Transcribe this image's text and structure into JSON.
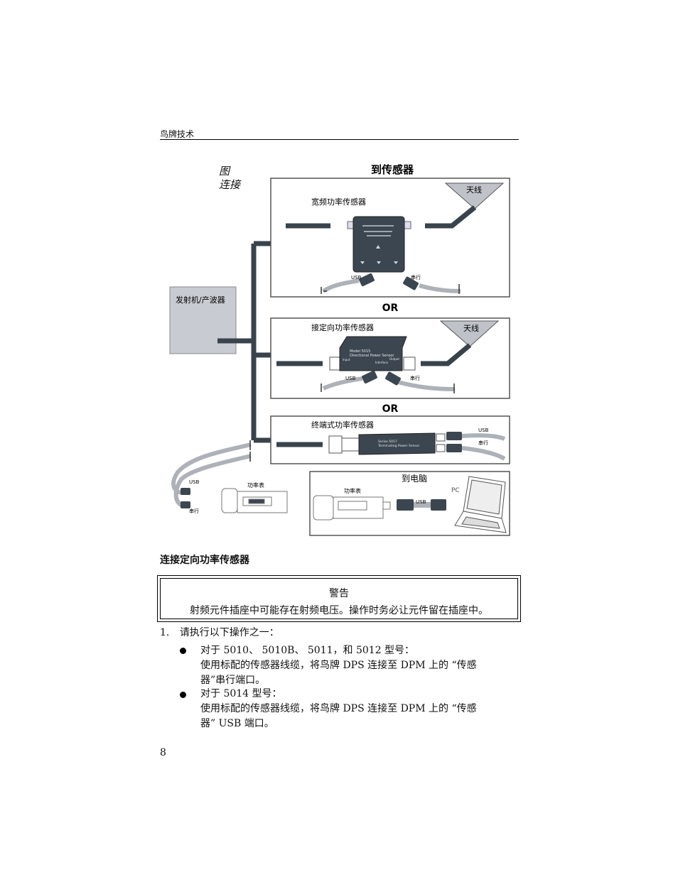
{
  "header": {
    "running_title": "鸟牌技术"
  },
  "figure": {
    "label_line1": "图",
    "label_line2": "连接",
    "top_title": "到传感器",
    "transmitter_label": "发射机/产波器",
    "or_label": "OR",
    "panel1": {
      "title": "宽频功率传感器",
      "antenna": "天线",
      "usb": "USB",
      "serial": "串行"
    },
    "panel2": {
      "title": "接定向功率传感器",
      "antenna": "天线",
      "usb": "USB",
      "serial": "串行",
      "device_text1": "Model 5015",
      "device_text2": "Directional Power Sensor",
      "device_input": "Input",
      "device_output": "Output",
      "device_interface": "Interface"
    },
    "panel3": {
      "title": "终端式功率传感器",
      "usb": "USB",
      "serial": "串行",
      "device_text1": "Series 5017",
      "device_text2": "Terminating Power Sensor"
    },
    "meter_left": {
      "title": "功率表",
      "usb": "USB",
      "serial": "串行"
    },
    "to_pc": {
      "title": "到电脑",
      "meter": "功率表",
      "pc": "PC",
      "usb": "USB"
    }
  },
  "section_title": "连接定向功率传感器",
  "warning": {
    "title": "警告",
    "body": "射频元件插座中可能存在射频电压。操作时务必让元件留在插座中。"
  },
  "steps": [
    {
      "number": "1.",
      "text": "请执行以下操作之一："
    }
  ],
  "bullets": [
    {
      "line1": "对于 5010、 5010B、 5011，和 5012 型号：",
      "line2": "使用标配的传感器线缆，将鸟牌 DPS 连接至 DPM 上的 “传感",
      "line3": "器”串行端口。"
    },
    {
      "line1": "对于 5014 型号：",
      "line2": "使用标配的传感器线缆，将鸟牌 DPS 连接至 DPM 上的 “传感",
      "line3": "器” USB 端口。"
    }
  ],
  "page_number": "8"
}
